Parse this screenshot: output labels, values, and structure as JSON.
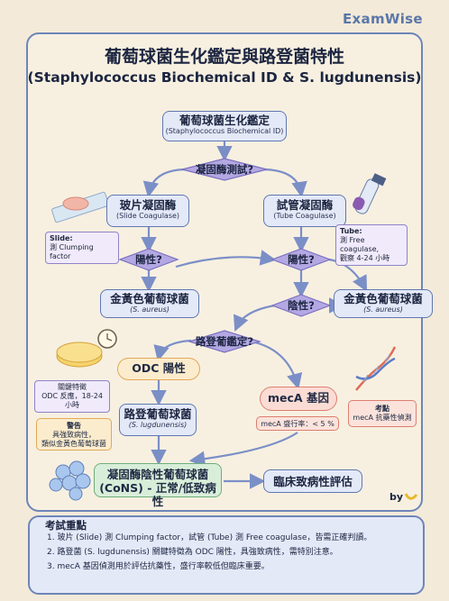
{
  "brand": "ExamWise",
  "title_zh": "葡萄球菌生化鑑定與路登菌特性",
  "title_en": "(Staphylococcus Biochemical ID & S. lugdunensis)",
  "nodes": {
    "root": {
      "label": "葡萄球菌生化鑑定",
      "sub": "(Staphylococcus Biochemical ID)"
    },
    "coagulase_test": "凝固酶測試?",
    "slide": {
      "label": "玻片凝固酶",
      "sub": "(Slide Coagulase)"
    },
    "tube": {
      "label": "試管凝固酶",
      "sub": "(Tube Coagulase)"
    },
    "slide_note": {
      "line1": "Slide:",
      "line2": "測 Clumping factor"
    },
    "tube_note": {
      "line1": "Tube:",
      "line2": "測 Free coagulase,",
      "line3": "觀察 4-24 小時"
    },
    "positive_left": "陽性?",
    "positive_right": "陽性?",
    "negative": "陰性?",
    "saureus_left": {
      "label": "金黃色葡萄球菌",
      "sub": "(S. aureus)"
    },
    "saureus_right": {
      "label": "金黃色葡萄球菌",
      "sub": "(S. aureus)"
    },
    "lugdunensis_id": "路登葡鑑定?",
    "odc": "ODC 陽性",
    "odc_note": {
      "line1": "關鍵特徵",
      "line2": "ODC 反應，18-24 小時"
    },
    "slug": {
      "label": "路登葡萄球菌",
      "sub": "(S. lugdunensis)"
    },
    "warning": {
      "line1": "警告",
      "line2": "具強致病性，",
      "line3": "類似金黃色葡萄球菌"
    },
    "meca": "mecA 基因",
    "meca_note": "mecA 盛行率：< 5 %",
    "consider": {
      "line1": "考點",
      "line2": "mecA 抗藥性偵測"
    },
    "cons": {
      "line1": "凝固酶陰性葡萄球菌",
      "line2": "(CoNS) - 正常/低致病性"
    },
    "clinical": "臨床致病性評估"
  },
  "byline": "by",
  "key_points": {
    "title": "考試重點",
    "items": [
      "1. 玻片 (Slide) 測 Clumping factor，試管 (Tube) 測 Free coagulase，皆需正確判讀。",
      "2. 路登菌 (S. lugdunensis) 關鍵特徵為 ODC 陽性，具強致病性，需特別注意。",
      "3. mecA 基因偵測用於評估抗藥性，盛行率較低但臨床重要。"
    ]
  },
  "colors": {
    "blue_border": "#5f78b0",
    "purple_diamond": "#b3a8e3",
    "orange": "#e2a957",
    "red": "#de7e6e",
    "green": "#6fae7a",
    "arrow": "#7b8fc7"
  }
}
